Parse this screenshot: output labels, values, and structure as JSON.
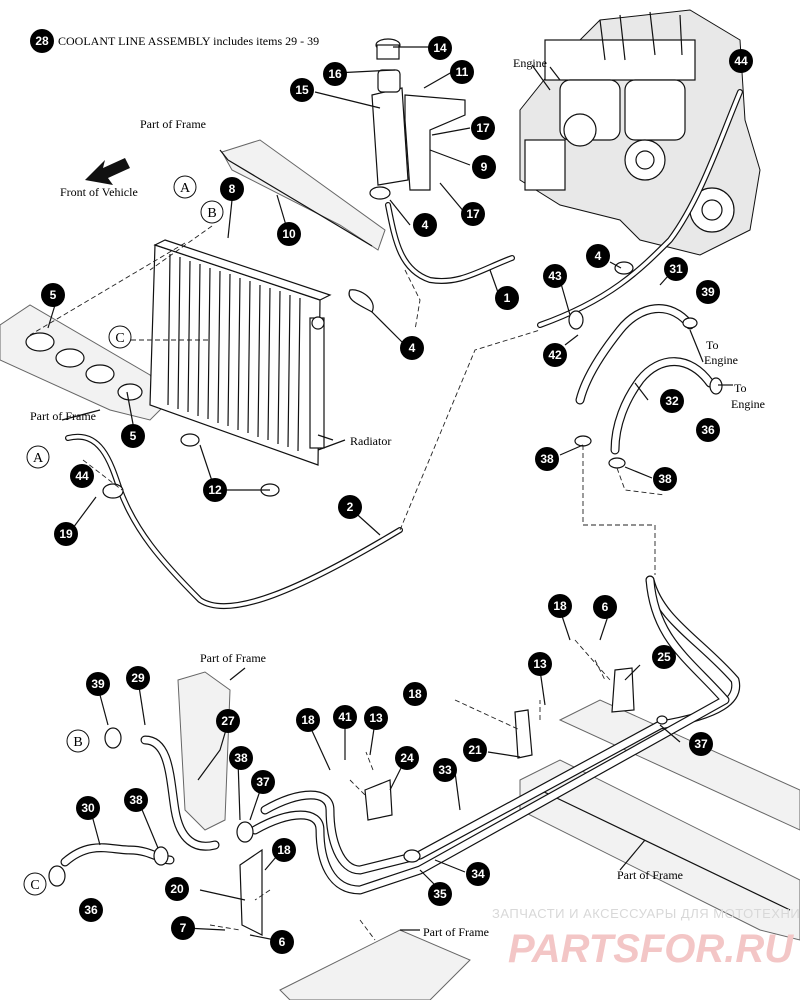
{
  "header": {
    "number": "28",
    "text": "COOLANT LINE ASSEMBLY includes items 29 - 39"
  },
  "labels": {
    "engine": "Engine",
    "part_of_frame": "Part of Frame",
    "front_of_vehicle": "Front of Vehicle",
    "radiator": "Radiator",
    "to_engine": "To",
    "to_engine_2": "Engine",
    "to_engine_b": "To",
    "to_engine_b2": "Engine"
  },
  "letters": {
    "a": "A",
    "b": "B",
    "c": "C"
  },
  "callouts": {
    "c1": "1",
    "c2": "2",
    "c4a": "4",
    "c4b": "4",
    "c4c": "4",
    "c4d": "4",
    "c5a": "5",
    "c5b": "5",
    "c6a": "6",
    "c6b": "6",
    "c7": "7",
    "c8": "8",
    "c9": "9",
    "c10": "10",
    "c11": "11",
    "c12": "12",
    "c13a": "13",
    "c13b": "13",
    "c14": "14",
    "c15": "15",
    "c16": "16",
    "c17a": "17",
    "c17b": "17",
    "c18a": "18",
    "c18b": "18",
    "c18c": "18",
    "c18d": "18",
    "c19": "19",
    "c20": "20",
    "c21": "21",
    "c24": "24",
    "c25": "25",
    "c27": "27",
    "c29": "29",
    "c30": "30",
    "c31": "31",
    "c32": "32",
    "c33": "33",
    "c34": "34",
    "c35": "35",
    "c36a": "36",
    "c36b": "36",
    "c37a": "37",
    "c37b": "37",
    "c38a": "38",
    "c38b": "38",
    "c38c": "38",
    "c38d": "38",
    "c39a": "39",
    "c39b": "39",
    "c41": "41",
    "c42": "42",
    "c43": "43",
    "c44a": "44",
    "c44b": "44"
  },
  "watermark": {
    "small": "ЗАПЧАСТИ И АКСЕССУАРЫ ДЛЯ МОТОТЕХНИКИ",
    "big": "PARTSFOR.RU"
  },
  "colors": {
    "callout_fill": "#000000",
    "callout_text": "#ffffff",
    "watermark": "#e9a0a0"
  }
}
